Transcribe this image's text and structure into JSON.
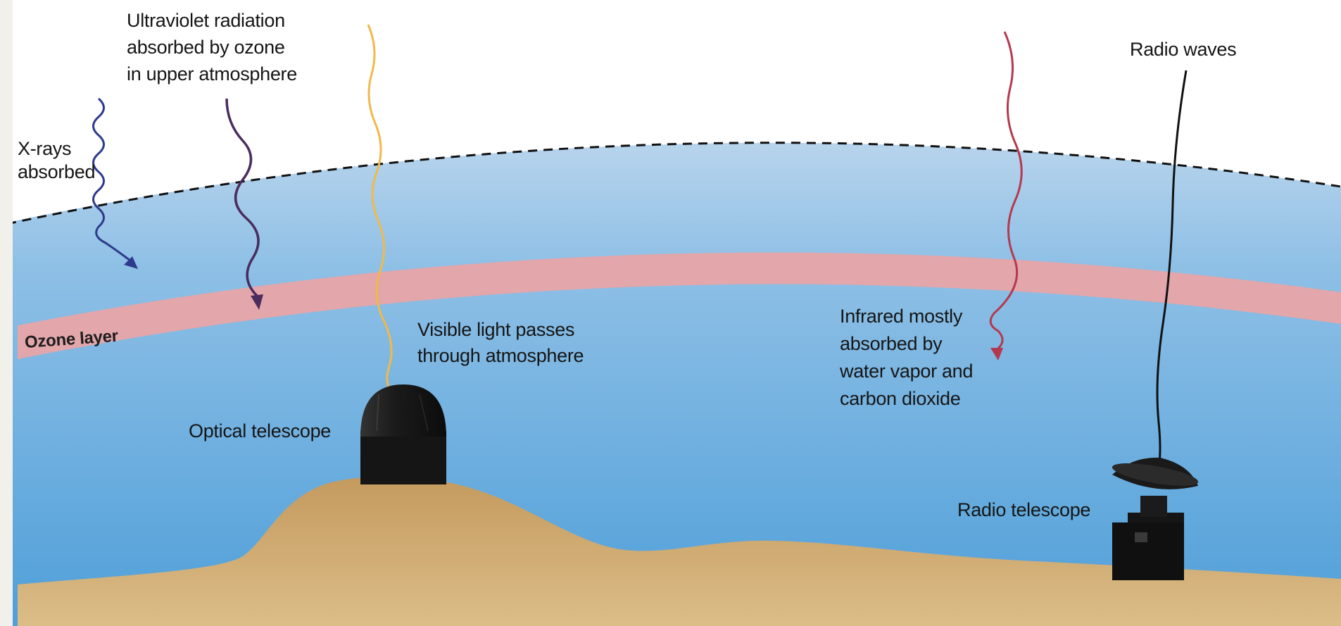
{
  "colors": {
    "sky": "#5fa8dc",
    "upper_atmosphere": "#c5dcef",
    "ozone": "#e7a0a4",
    "ground": "#d2aa70",
    "x_rays": "#2e3b8c",
    "ultraviolet": "#4a2d5e",
    "visible": "#f2b84a",
    "infrared": "#b5394e",
    "radio": "#111111"
  },
  "labels": {
    "x_rays": [
      "X-rays",
      "absorbed"
    ],
    "ultraviolet": [
      "Ultraviolet radiation",
      "absorbed by ozone",
      "in upper atmosphere"
    ],
    "visible": [
      "Visible light passes",
      "through atmosphere"
    ],
    "infrared": [
      "Infrared mostly",
      "absorbed by",
      "water vapor and",
      "carbon dioxide"
    ],
    "radio_waves": "Radio waves",
    "ozone_layer": "Ozone layer",
    "optical_telescope": "Optical telescope",
    "radio_telescope": "Radio telescope"
  }
}
